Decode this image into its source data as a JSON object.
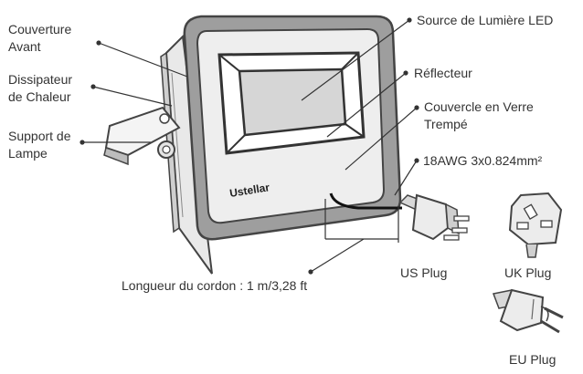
{
  "labels": {
    "front_cover": [
      "Couverture",
      "Avant"
    ],
    "heat_sink": [
      "Dissipateur",
      "de Chaleur"
    ],
    "lamp_bracket": [
      "Support de",
      "Lampe"
    ],
    "led_source": "Source de Lumière LED",
    "reflector": "Réflecteur",
    "tempered_glass": [
      "Couvercle en Verre",
      "Trempé"
    ],
    "cable_spec": "18AWG 3x0.824mm²",
    "cord_length": "Longueur du cordon : 1 m/3,28 ft",
    "us_plug": "US Plug",
    "uk_plug": "UK Plug",
    "eu_plug": "EU Plug"
  },
  "brand": "Ustellar",
  "colors": {
    "line": "#333333",
    "frame": "#444444",
    "cover_fill": "#9e9e9e",
    "panel_fill": "#eeeeee",
    "led_fill": "#d6d6d6",
    "cable": "#111111"
  }
}
